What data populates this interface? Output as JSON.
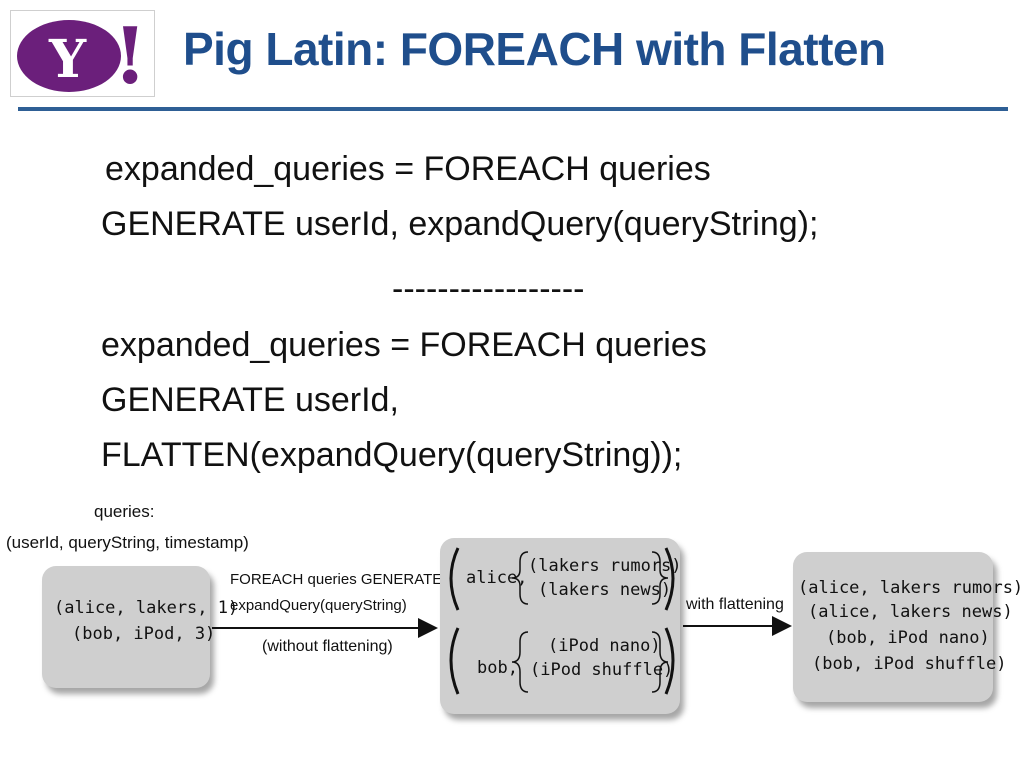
{
  "slide": {
    "title": "Pig Latin: FOREACH with Flatten",
    "logo_text": "Y!",
    "code_lines_1": [
      "expanded_queries = FOREACH queries",
      "GENERATE userId, expandQuery(queryString);"
    ],
    "separator": "-----------------",
    "code_lines_2": [
      "expanded_queries = FOREACH queries",
      "GENERATE userId,",
      "FLATTEN(expandQuery(queryString));"
    ]
  },
  "diagram": {
    "queries_label": "queries:",
    "schema_label": "(userId, queryString, timestamp)",
    "input_rows": [
      "(alice, lakers, 1)",
      "(bob, iPod, 3)"
    ],
    "arrow1_labels": [
      "FOREACH queries GENERATE",
      "expandQuery(queryString)"
    ],
    "arrow1_sub": "(without flattening)",
    "nested": [
      {
        "user": "alice,",
        "items": [
          "(lakers rumors)",
          "(lakers news)"
        ]
      },
      {
        "user": "bob,",
        "items": [
          "(iPod nano)",
          "(iPod shuffle)"
        ]
      }
    ],
    "arrow2_label": "with flattening",
    "output_rows": [
      "(alice, lakers rumors)",
      "(alice, lakers news)",
      "(bob, iPod nano)",
      "(bob, iPod shuffle)"
    ]
  },
  "colors": {
    "title": "#1f4e8c",
    "rule": "#2e5f95",
    "logo_purple": "#6b1f7b",
    "panel": "#cfcfcf"
  }
}
